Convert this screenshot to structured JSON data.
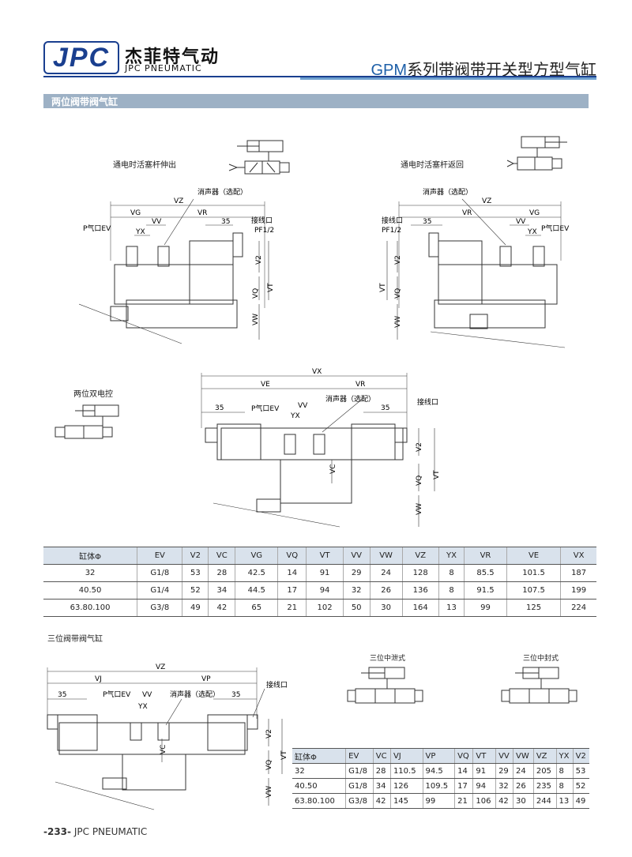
{
  "header": {
    "logo_text": "JPC",
    "brand_cn": "杰菲特气动",
    "brand_en": "JPC PNEUMATIC",
    "title_prefix": "GPM",
    "title_rest": "系列带阀带开关型方型气缸"
  },
  "section": {
    "title": "两位阀带阀气缸"
  },
  "diagrams": {
    "top_left": {
      "caption": "通电时活塞杆伸出",
      "labels": {
        "muffler": "消声器（选配）",
        "port": "P气口EV",
        "wiring": "接线口",
        "pf": "PF1/2",
        "vz": "VZ",
        "vg": "VG",
        "vr": "VR",
        "vv": "VV",
        "yx": "YX",
        "d35": "35",
        "v2": "V2",
        "vq": "VQ",
        "vt": "VT",
        "vw": "VW"
      }
    },
    "top_right": {
      "caption": "通电时活塞杆返回",
      "labels": {
        "muffler": "消声器（选配）",
        "port": "P气口EV",
        "wiring": "接线口",
        "pf": "PF1/2",
        "vz": "VZ",
        "vg": "VG",
        "vr": "VR",
        "vv": "VV",
        "yx": "YX",
        "d35": "35",
        "v2": "V2",
        "vq": "VQ",
        "vt": "VT",
        "vw": "VW"
      }
    },
    "middle": {
      "caption": "两位双电控",
      "labels": {
        "vx": "VX",
        "ve": "VE",
        "vr": "VR",
        "vv": "VV",
        "yx": "YX",
        "muffler": "消声器（选配）",
        "port": "P气口EV",
        "wiring": "接线口",
        "d35a": "35",
        "d35b": "35",
        "v2": "V2",
        "vc": "VC",
        "vq": "VQ",
        "vt": "VT",
        "vw": "VW"
      }
    },
    "bottom": {
      "caption": "三位阀带阀气缸",
      "labels": {
        "vz": "VZ",
        "vj": "VJ",
        "vp": "VP",
        "d35a": "35",
        "d35b": "35",
        "port": "P气口EV",
        "vv": "VV",
        "yx": "YX",
        "muffler": "消声器（选配）",
        "wiring": "接线口",
        "v2": "V2",
        "vc": "VC",
        "vq": "VQ",
        "vt": "VT",
        "vw": "VW"
      }
    },
    "symbol_center_exhaust": {
      "caption": "三位中泄式"
    },
    "symbol_center_closed": {
      "caption": "三位中封式"
    }
  },
  "table1": {
    "headers": [
      "缸体Φ",
      "EV",
      "V2",
      "VC",
      "VG",
      "VQ",
      "VT",
      "VV",
      "VW",
      "VZ",
      "YX",
      "VR",
      "VE",
      "VX"
    ],
    "rows": [
      [
        "32",
        "G1/8",
        "53",
        "28",
        "42.5",
        "14",
        "91",
        "29",
        "24",
        "128",
        "8",
        "85.5",
        "101.5",
        "187"
      ],
      [
        "40.50",
        "G1/4",
        "52",
        "34",
        "44.5",
        "17",
        "94",
        "32",
        "26",
        "136",
        "8",
        "91.5",
        "107.5",
        "199"
      ],
      [
        "63.80.100",
        "G3/8",
        "49",
        "42",
        "65",
        "21",
        "102",
        "50",
        "30",
        "164",
        "13",
        "99",
        "125",
        "224"
      ]
    ]
  },
  "table2": {
    "headers": [
      "缸体Φ",
      "EV",
      "VC",
      "VJ",
      "VP",
      "VQ",
      "VT",
      "VV",
      "VW",
      "VZ",
      "YX",
      "V2"
    ],
    "rows": [
      [
        "32",
        "G1/8",
        "28",
        "110.5",
        "94.5",
        "14",
        "91",
        "29",
        "24",
        "205",
        "8",
        "53"
      ],
      [
        "40.50",
        "G1/8",
        "34",
        "126",
        "109.5",
        "17",
        "94",
        "32",
        "26",
        "235",
        "8",
        "52"
      ],
      [
        "63.80.100",
        "G3/8",
        "42",
        "145",
        "99",
        "21",
        "106",
        "42",
        "30",
        "244",
        "13",
        "49"
      ]
    ]
  },
  "footer": {
    "page_number": "-233-",
    "brand": "JPC PNEUMATIC"
  }
}
